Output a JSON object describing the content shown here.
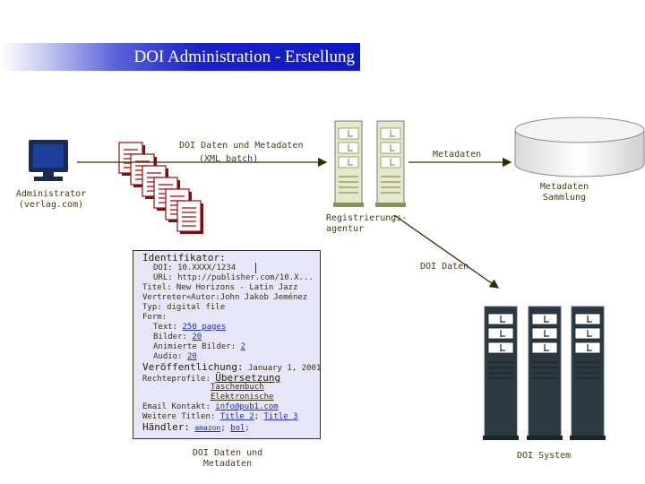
{
  "title": "DOI Administration - Erstellung",
  "labels": {
    "doi_daten_metadaten_top_1": "DOI Daten und Metadaten",
    "doi_daten_metadaten_top_2": "(XML batch)",
    "metadaten": "Metadaten",
    "metadaten_sammlung_1": "Metadaten",
    "metadaten_sammlung_2": "Sammlung",
    "administrator_1": "Administrator",
    "administrator_2": "(verlag.com)",
    "registrierungsagentur_1": "Registrierungs-",
    "registrierungsagentur_2": "agentur",
    "doi_daten": "DOI Daten",
    "doi_daten_metadaten_bottom_1": "DOI Daten und",
    "doi_daten_metadaten_bottom_2": "Metadaten",
    "doi_system": "DOI System"
  },
  "record": {
    "identifikator": "Identifikator:",
    "doi": "DOI: 10.XXXX/1234",
    "url": "URL: http://publisher.com/10.X...",
    "titel": "Titel: New Horizons - Latin Jazz",
    "vertreter": "Vertreter=Autor:John Jakob Jeménez",
    "typ": "Typ: digital file",
    "form": "Form:",
    "text_label": "Text:",
    "text_value": "250 pages",
    "bilder_label": "Bilder:",
    "bilder_value": "20",
    "animierte_label": "Animierte Bilder:",
    "animierte_value": "2",
    "audio_label": "Audio:",
    "audio_value": "20",
    "veroeffentlichung_label": "Veröffentlichung:",
    "veroeffentlichung_value": "January 1, 2001",
    "rechteprofile_label": "Rechteprofile:",
    "rechteprofile_1": "Übersetzung",
    "rechteprofile_2": "Taschenbuch",
    "rechteprofile_3": "Elektronische",
    "email_label": "Email Kontakt:",
    "email_value": "info@pub1.com",
    "weitere_label": "Weitere Titlen:",
    "weitere_1": "Title 2",
    "weitere_sep": ";",
    "weitere_2": "Title 3",
    "haendler_label": "Händler:",
    "haendler_1": "amazon",
    "haendler_sep": ";",
    "haendler_2": "bol",
    "haendler_end": ";"
  }
}
